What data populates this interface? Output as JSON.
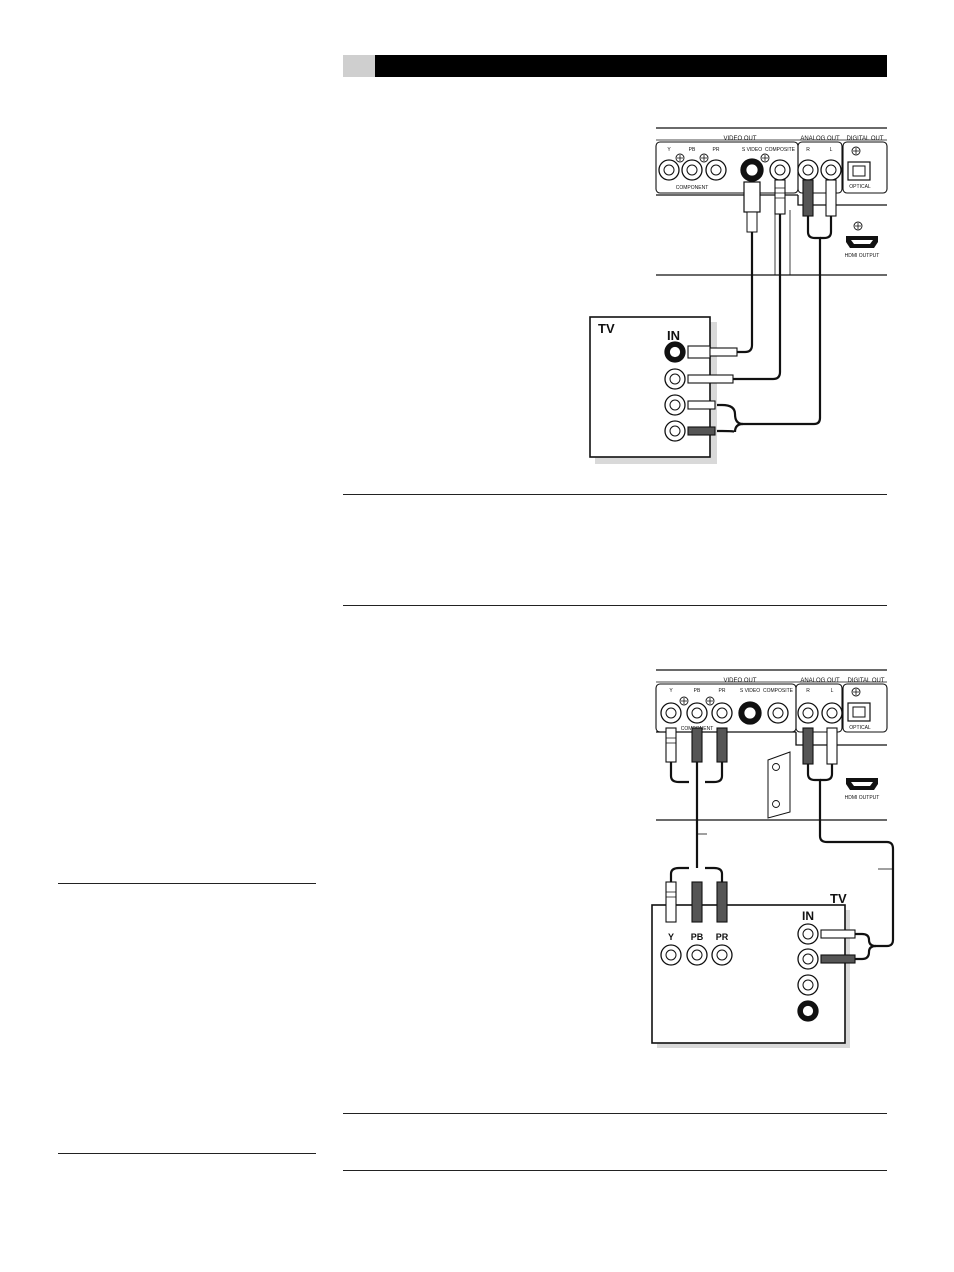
{
  "panel": {
    "video_out": "VIDEO OUT",
    "analog_out": "ANALOG OUT",
    "digital_out": "DIGITAL OUT",
    "component": "COMPONENT",
    "y": "Y",
    "pb": "PB",
    "pr": "PR",
    "s_video": "S VIDEO",
    "composite": "COMPOSITE",
    "r": "R",
    "l": "L",
    "optical": "OPTICAL",
    "hdmi_output": "HDMI OUTPUT"
  },
  "tv1": {
    "label": "TV",
    "in_label": "IN"
  },
  "tv2": {
    "label": "TV",
    "in_label": "IN",
    "y": "Y",
    "pb": "PB",
    "pr": "PR"
  }
}
